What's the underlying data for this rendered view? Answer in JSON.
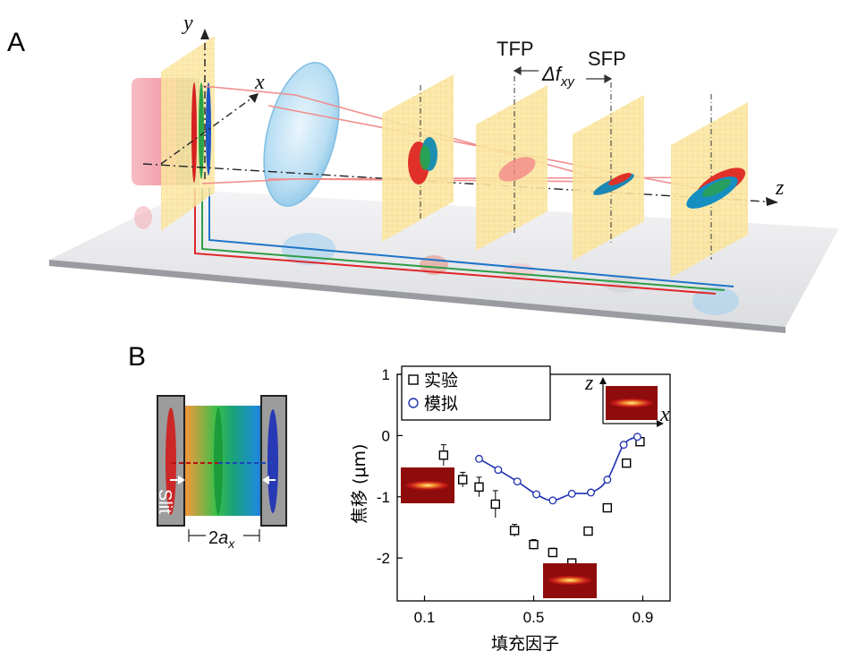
{
  "panel_a": {
    "letter": "A",
    "axes": {
      "x": "x",
      "y": "y",
      "z": "z"
    },
    "planes": {
      "tfp": "TFP",
      "sfp": "SFP",
      "separation": "Δf",
      "separation_sub": "xy"
    }
  },
  "panel_b": {
    "letter": "B",
    "slit": {
      "label": "Slit",
      "width_main": "2",
      "width_italic": "a",
      "width_sub": "x"
    },
    "inset_axes": {
      "z": "z",
      "x": "x"
    }
  },
  "chart_data": {
    "type": "scatter",
    "xlabel": "填充因子",
    "ylabel": "焦移 (μm)",
    "xlim": [
      0.0,
      1.0
    ],
    "ylim": [
      -2.7,
      1.0
    ],
    "xticks": [
      "0.1",
      "0.5",
      "0.9"
    ],
    "yticks": [
      "1",
      "0",
      "-1",
      "-2"
    ],
    "legend_position": "top-left",
    "grid": false,
    "series": [
      {
        "name": "实验",
        "marker": "square",
        "color": "#000000",
        "x": [
          0.17,
          0.24,
          0.3,
          0.36,
          0.43,
          0.5,
          0.57,
          0.64,
          0.7,
          0.77,
          0.84,
          0.89
        ],
        "y": [
          -0.32,
          -0.72,
          -0.84,
          -1.12,
          -1.55,
          -1.78,
          -1.91,
          -2.08,
          -1.56,
          -1.18,
          -0.45,
          -0.1
        ],
        "err": [
          0.17,
          0.12,
          0.16,
          0.22,
          0.1,
          0.08,
          0.07,
          0.05,
          0.05,
          0.05,
          0.05,
          0.07
        ]
      },
      {
        "name": "模拟",
        "marker": "circle",
        "color": "#1f2fb0",
        "x": [
          0.3,
          0.37,
          0.44,
          0.51,
          0.57,
          0.64,
          0.71,
          0.77,
          0.83,
          0.88
        ],
        "y": [
          -0.38,
          -0.56,
          -0.75,
          -0.96,
          -1.06,
          -0.95,
          -0.93,
          -0.72,
          -0.15,
          -0.02
        ],
        "fit": true
      }
    ]
  }
}
